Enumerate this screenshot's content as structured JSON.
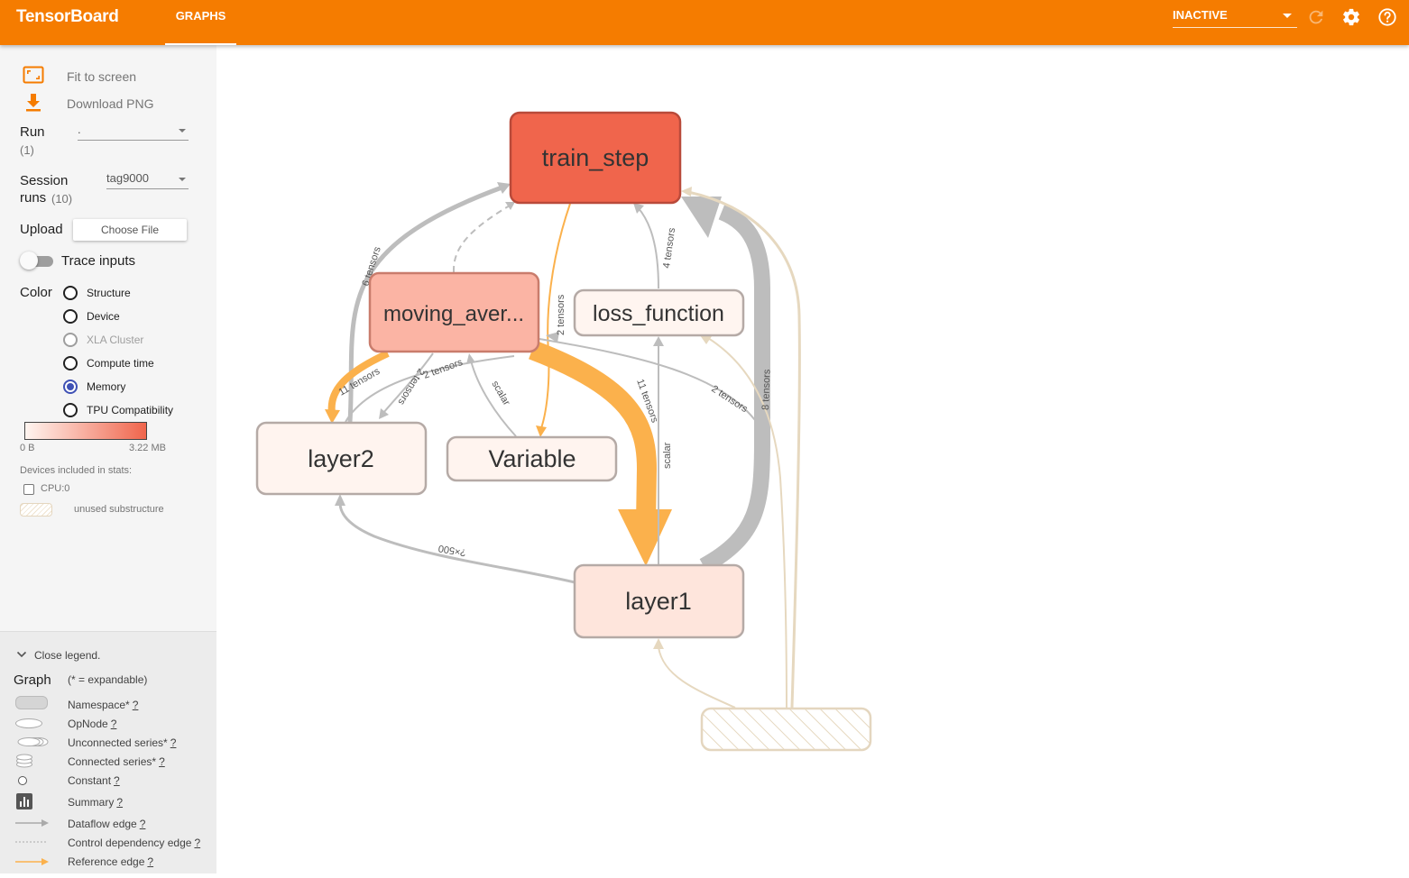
{
  "header": {
    "brand": "TensorBoard",
    "tab": "GRAPHS",
    "run_status": "INACTIVE",
    "icons": [
      "refresh-icon",
      "settings-icon",
      "help-icon"
    ],
    "accent_color": "#f57c00"
  },
  "sidebar": {
    "fit_to_screen": "Fit to screen",
    "download_png": "Download PNG",
    "run_label": "Run",
    "run_count": "(1)",
    "run_value": ".",
    "session_label_1": "Session",
    "session_label_2": "runs",
    "session_count": "(10)",
    "session_value": "tag9000",
    "upload_label": "Upload",
    "choose_file": "Choose File",
    "trace_inputs": "Trace inputs",
    "trace_inputs_on": false,
    "color_label": "Color",
    "color_options": [
      "Structure",
      "Device",
      "XLA Cluster",
      "Compute time",
      "Memory",
      "TPU Compatibility"
    ],
    "color_selected": "Memory",
    "scale_min": "0 B",
    "scale_max": "3.22 MB",
    "devices_label": "Devices included in stats:",
    "device_cpu": "CPU:0",
    "unused": "unused substructure"
  },
  "legend": {
    "close": "Close legend.",
    "graph_title": "Graph",
    "expandable_note": "(* = expandable)",
    "q": "?",
    "items": [
      "Namespace*",
      "OpNode",
      "Unconnected series*",
      "Connected series*",
      "Constant",
      "Summary",
      "Dataflow edge",
      "Control dependency edge",
      "Reference edge"
    ]
  },
  "graph": {
    "nodes": {
      "train_step": "train_step",
      "moving_avg": "moving_aver...",
      "loss_function": "loss_function",
      "layer2": "layer2",
      "variable": "Variable",
      "layer1": "layer1"
    },
    "edge_labels": {
      "e_6t": "6 tensors",
      "e_2t_ref": "2 tensors",
      "e_4t": "4 tensors",
      "e_11t_a": "11 tensors",
      "e_2t_a": "2 tensors",
      "e_2t_b": "2 tensors",
      "e_scalar_a": "scalar",
      "e_11t_big": "11 tensors",
      "e_2t_c": "2 tensors",
      "e_8t": "8 tensors",
      "e_scalar_b": "scalar",
      "e_7x500": "?×500"
    },
    "node_colors": {
      "train_step": "#f0654c",
      "moving_avg": "#fbb4a4",
      "loss_function": "#fff5f0",
      "layer2": "#fff4ef",
      "variable": "#fff4ef",
      "layer1": "#fee5dc"
    }
  }
}
